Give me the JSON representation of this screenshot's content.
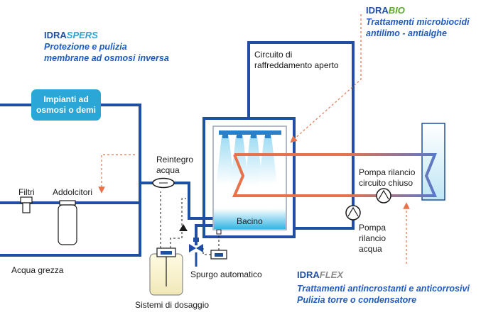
{
  "brands": {
    "spers": {
      "prefix": "IDRA",
      "suffix": "SPERS",
      "line1": "Protezione e pulizia",
      "line2": "membrane ad osmosi inversa",
      "suffix_color": "#2aa7d6"
    },
    "bio": {
      "prefix": "IDRA",
      "suffix": "BIO",
      "line1": "Trattamenti microbiocidi",
      "line2": "antilimo - antialghe",
      "suffix_color": "#5aa82a"
    },
    "flex": {
      "prefix": "IDRA",
      "suffix": "FLEX",
      "line1": "Trattamenti antincrostanti e anticorrosivi",
      "line2": "Pulizia torre o condensatore",
      "suffix_color": "#8c8c8c"
    }
  },
  "labels": {
    "impianti_line1": "Impianti ad",
    "impianti_line2": "osmosi o demi",
    "circuito_line1": "Circuito di",
    "circuito_line2": "raffreddamento aperto",
    "reintegro_line1": "Reintegro",
    "reintegro_line2": "acqua",
    "filtri": "Filtri",
    "addolcitori": "Addolcitori",
    "acqua_grezza": "Acqua grezza",
    "bacino": "Bacino",
    "pompa_chiuso_line1": "Pompa rilancio",
    "pompa_chiuso_line2": "circuito chiuso",
    "pompa_acqua_line1": "Pompa",
    "pompa_acqua_line2": "rilancio",
    "pompa_acqua_line3": "acqua",
    "spurgo": "Spurgo automatico",
    "sistemi": "Sistemi di dosaggio"
  },
  "colors": {
    "pipe": "#1f4ea3",
    "accent_box": "#2aa7d6",
    "hot_loop": "#e8724a",
    "annotation_arrow": "#e8724a",
    "text_blue": "#1f5bbf"
  }
}
